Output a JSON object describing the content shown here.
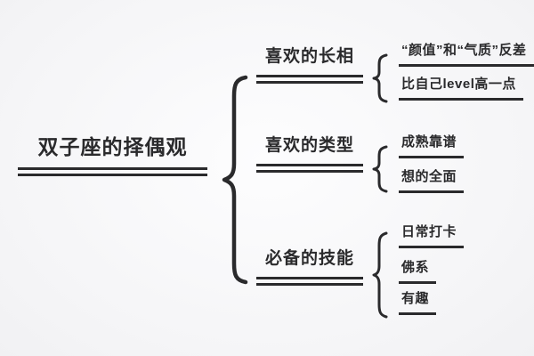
{
  "mindmap": {
    "title": "双子座的择偶观",
    "root": {
      "label": "双子座的择偶观"
    },
    "branches": [
      {
        "label": "喜欢的长相",
        "children": [
          "“颜值”和“气质”反差",
          "比自己level高一点"
        ]
      },
      {
        "label": "喜欢的类型",
        "children": [
          "成熟靠谱",
          "想的全面"
        ]
      },
      {
        "label": "必备的技能",
        "children": [
          "日常打卡",
          "佛系",
          "有趣"
        ]
      }
    ],
    "connector_style": "curly-brace",
    "colors": {
      "text": "#2a2a2c",
      "line": "#2a2a2c",
      "background": "#f5f5f7"
    }
  }
}
